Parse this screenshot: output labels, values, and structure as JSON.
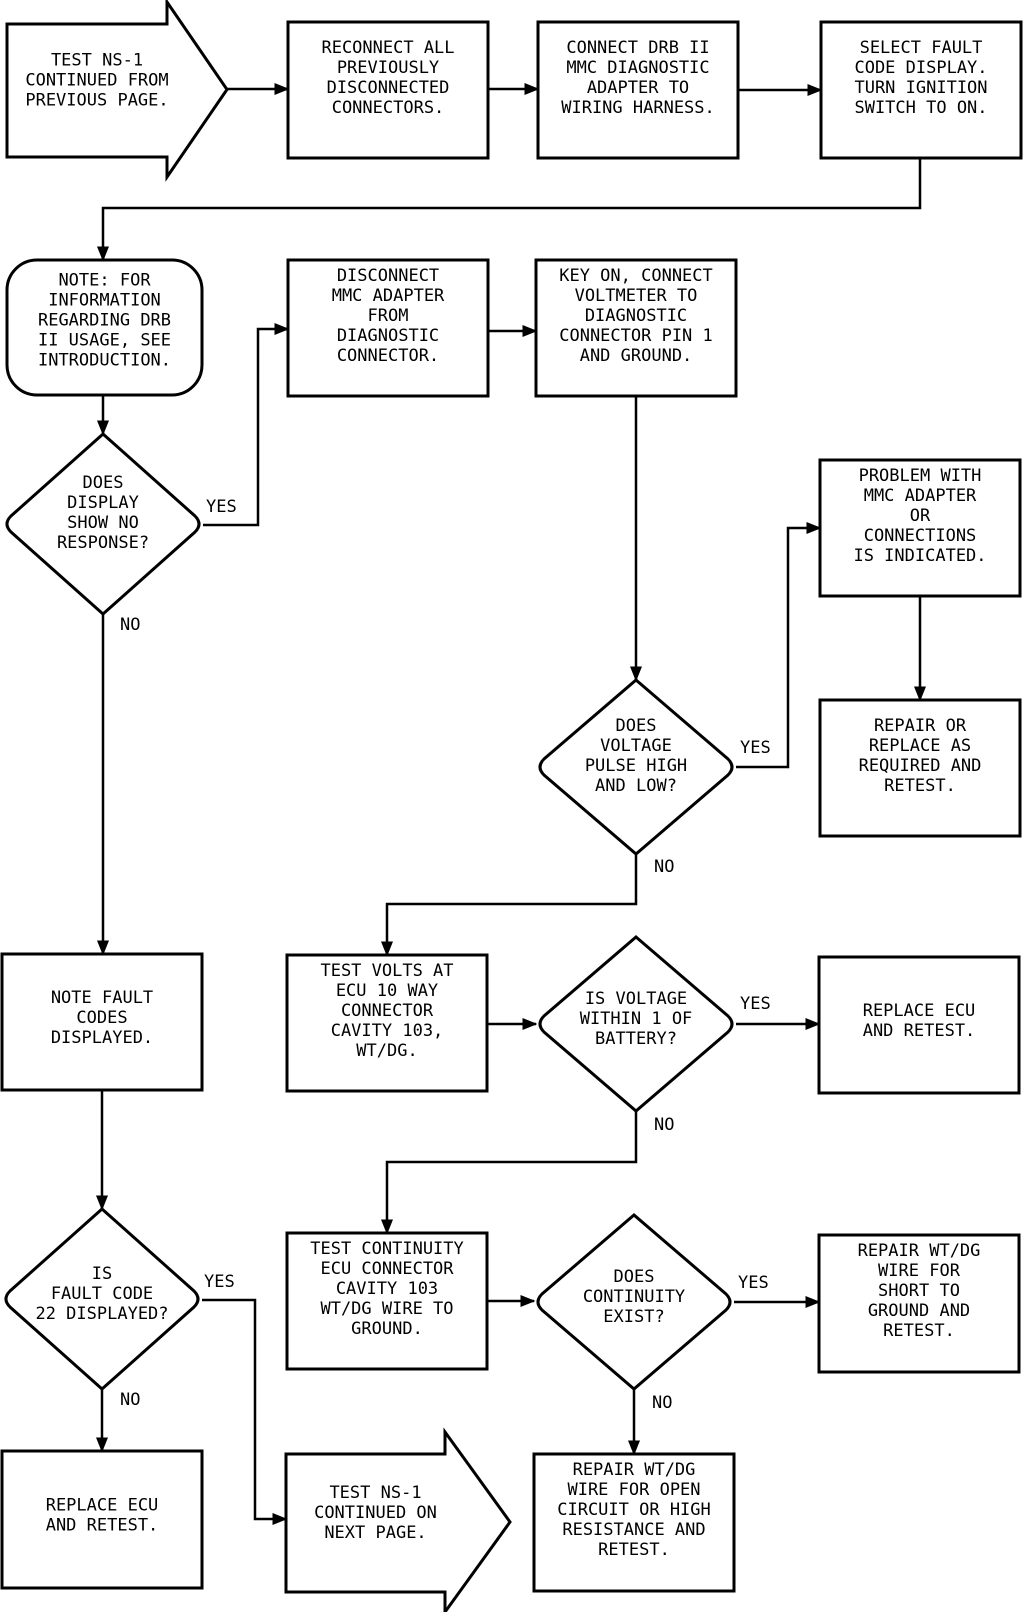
{
  "diagram": {
    "type": "flowchart",
    "colors": {
      "stroke": "#000000",
      "background": "#ffffff",
      "text": "#000000"
    },
    "nodes": {
      "start": {
        "shape": "offpage-arrow",
        "lines": [
          "TEST NS-1",
          "CONTINUED FROM",
          "PREVIOUS PAGE."
        ]
      },
      "reconnect": {
        "shape": "process",
        "lines": [
          "RECONNECT ALL",
          "PREVIOUSLY",
          "DISCONNECTED",
          "CONNECTORS."
        ]
      },
      "connect_drb": {
        "shape": "process",
        "lines": [
          "CONNECT DRB II",
          "MMC DIAGNOSTIC",
          "ADAPTER TO",
          "WIRING HARNESS."
        ]
      },
      "select_fault": {
        "shape": "process",
        "lines": [
          "SELECT FAULT",
          "CODE DISPLAY.",
          "TURN IGNITION",
          "SWITCH TO ON."
        ]
      },
      "note_drb": {
        "shape": "note",
        "lines": [
          "NOTE: FOR",
          "INFORMATION",
          "REGARDING DRB",
          "II USAGE, SEE",
          "INTRODUCTION."
        ]
      },
      "disconnect_mmc": {
        "shape": "process",
        "lines": [
          "DISCONNECT",
          "MMC ADAPTER",
          "FROM",
          "DIAGNOSTIC",
          "CONNECTOR."
        ]
      },
      "key_on": {
        "shape": "process",
        "lines": [
          "KEY ON, CONNECT",
          "VOLTMETER TO",
          "DIAGNOSTIC",
          "CONNECTOR PIN 1",
          "AND GROUND."
        ]
      },
      "q_no_response": {
        "shape": "decision",
        "lines": [
          "DOES",
          "DISPLAY",
          "SHOW NO",
          "RESPONSE?"
        ]
      },
      "problem_mmc": {
        "shape": "process",
        "lines": [
          "PROBLEM WITH",
          "MMC ADAPTER",
          "OR",
          "CONNECTIONS",
          "IS INDICATED."
        ]
      },
      "q_pulse": {
        "shape": "decision",
        "lines": [
          "DOES",
          "VOLTAGE",
          "PULSE HIGH",
          "AND LOW?"
        ]
      },
      "repair_replace": {
        "shape": "process",
        "lines": [
          "REPAIR OR",
          "REPLACE AS",
          "REQUIRED AND",
          "RETEST."
        ]
      },
      "note_fault": {
        "shape": "process",
        "lines": [
          "NOTE FAULT",
          "CODES",
          "DISPLAYED."
        ]
      },
      "test_volts": {
        "shape": "process",
        "lines": [
          "TEST VOLTS AT",
          "ECU 10 WAY",
          "CONNECTOR",
          "CAVITY 103,",
          "WT/DG."
        ]
      },
      "q_within": {
        "shape": "decision",
        "lines": [
          "IS VOLTAGE",
          "WITHIN 1 OF",
          "BATTERY?"
        ]
      },
      "replace_ecu_1": {
        "shape": "process",
        "lines": [
          "REPLACE ECU",
          "AND RETEST."
        ]
      },
      "q_code22": {
        "shape": "decision",
        "lines": [
          "IS",
          "FAULT CODE",
          "22 DISPLAYED?"
        ]
      },
      "test_continuity": {
        "shape": "process",
        "lines": [
          "TEST CONTINUITY",
          "ECU CONNECTOR",
          "CAVITY 103",
          "WT/DG WIRE TO",
          "GROUND."
        ]
      },
      "q_continuity": {
        "shape": "decision",
        "lines": [
          "DOES",
          "CONTINUITY",
          "EXIST?"
        ]
      },
      "repair_short": {
        "shape": "process",
        "lines": [
          "REPAIR WT/DG",
          "WIRE FOR",
          "SHORT TO",
          "GROUND AND",
          "RETEST."
        ]
      },
      "replace_ecu_2": {
        "shape": "process",
        "lines": [
          "REPLACE ECU",
          "AND RETEST."
        ]
      },
      "end": {
        "shape": "offpage-arrow",
        "lines": [
          "TEST NS-1",
          "CONTINUED ON",
          "NEXT PAGE."
        ]
      },
      "repair_open": {
        "shape": "process",
        "lines": [
          "REPAIR WT/DG",
          "WIRE FOR OPEN",
          "CIRCUIT OR HIGH",
          "RESISTANCE AND",
          "RETEST."
        ]
      }
    },
    "edges": [
      {
        "from": "start",
        "to": "reconnect",
        "label": ""
      },
      {
        "from": "reconnect",
        "to": "connect_drb",
        "label": ""
      },
      {
        "from": "connect_drb",
        "to": "select_fault",
        "label": ""
      },
      {
        "from": "select_fault",
        "to": "note_drb",
        "label": ""
      },
      {
        "from": "note_drb",
        "to": "q_no_response",
        "label": ""
      },
      {
        "from": "q_no_response",
        "to": "disconnect_mmc",
        "label": "YES"
      },
      {
        "from": "q_no_response",
        "to": "note_fault",
        "label": "NO"
      },
      {
        "from": "disconnect_mmc",
        "to": "key_on",
        "label": ""
      },
      {
        "from": "key_on",
        "to": "q_pulse",
        "label": ""
      },
      {
        "from": "q_pulse",
        "to": "problem_mmc",
        "label": "YES"
      },
      {
        "from": "q_pulse",
        "to": "test_volts",
        "label": "NO"
      },
      {
        "from": "problem_mmc",
        "to": "repair_replace",
        "label": ""
      },
      {
        "from": "test_volts",
        "to": "q_within",
        "label": ""
      },
      {
        "from": "q_within",
        "to": "replace_ecu_1",
        "label": "YES"
      },
      {
        "from": "q_within",
        "to": "test_continuity",
        "label": "NO"
      },
      {
        "from": "note_fault",
        "to": "q_code22",
        "label": ""
      },
      {
        "from": "q_code22",
        "to": "end",
        "label": "YES"
      },
      {
        "from": "q_code22",
        "to": "replace_ecu_2",
        "label": "NO"
      },
      {
        "from": "test_continuity",
        "to": "q_continuity",
        "label": ""
      },
      {
        "from": "q_continuity",
        "to": "repair_short",
        "label": "YES"
      },
      {
        "from": "q_continuity",
        "to": "repair_open",
        "label": "NO"
      }
    ],
    "labels": {
      "yes": "YES",
      "no": "NO"
    }
  }
}
